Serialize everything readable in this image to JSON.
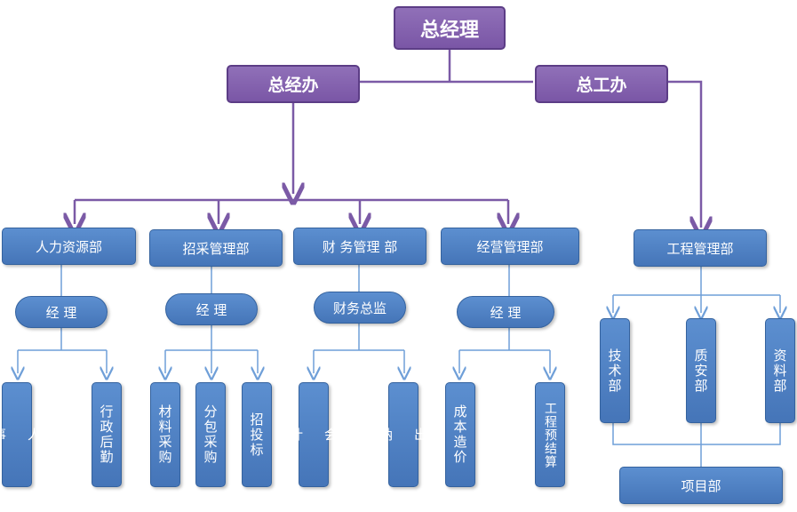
{
  "top": {
    "ceo": "总经理",
    "office": "总经办",
    "eng_office": "总工办"
  },
  "departments": [
    {
      "name": "人力资源部",
      "mid": "经 理",
      "leaves": [
        "人\n\n事",
        "行政后勤"
      ]
    },
    {
      "name": "招采管理部",
      "mid": "经 理",
      "leaves": [
        "材料采购",
        "分包采购",
        "招投标"
      ]
    },
    {
      "name": "财 务管理 部",
      "mid": "财务总监",
      "leaves": [
        "会\n\n计",
        "出\n\n纳"
      ]
    },
    {
      "name": "经营管理部",
      "mid": "经 理",
      "leaves": [
        "成本造价",
        "工程预结算"
      ]
    }
  ],
  "engineering": {
    "name": "工程管理部",
    "subs": [
      "技术部",
      "质安部",
      "资料部"
    ],
    "project": "项目部"
  },
  "colors": {
    "purple": "#7a56a6",
    "blue": "#4a7cc0",
    "line_purple": "#7b5aa6",
    "line_blue": "#6f9fd8"
  }
}
